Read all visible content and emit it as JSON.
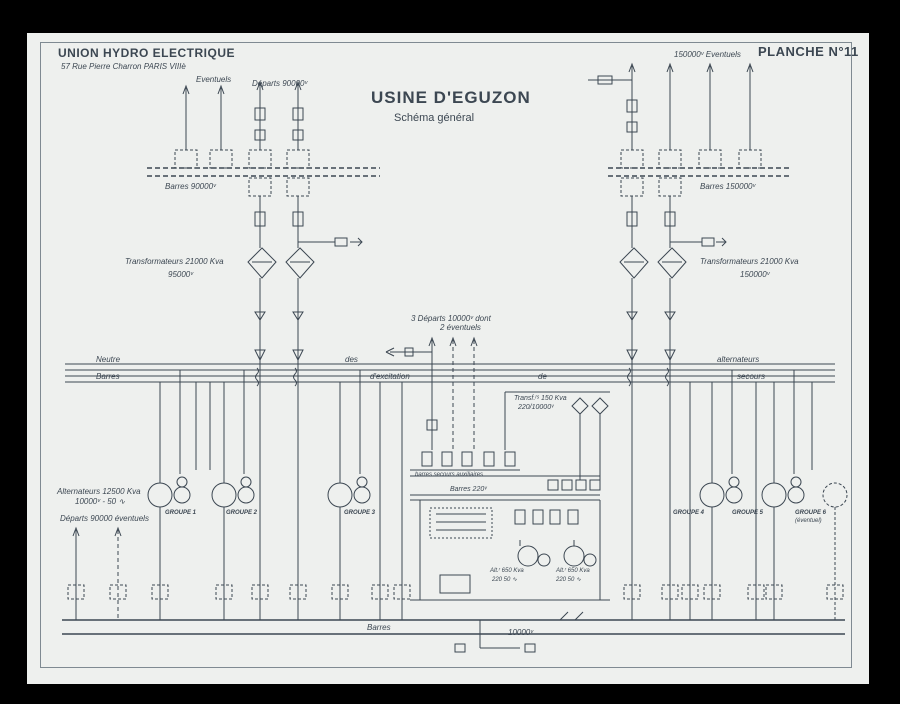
{
  "header": {
    "company": "UNION HYDRO ELECTRIQUE",
    "address": "57 Rue Pierre Charron PARIS VIIIè",
    "plate": "PLANCHE N°11",
    "title": "USINE D'EGUZON",
    "subtitle": "Schéma général"
  },
  "labels": {
    "eventuels_left": "Eventuels",
    "departs_90000": "Départs 90000ᵛ",
    "eventuels_150000": "150000ᵛ Eventuels",
    "barres_90000": "Barres 90000ᵛ",
    "barres_150000": "Barres 150000ᵛ",
    "transfo_left_1": "Transformateurs 21000 Kva",
    "transfo_left_2": "95000ᵛ",
    "transfo_right_1": "Transformateurs 21000 Kva",
    "transfo_right_2": "150000ᵛ",
    "departs_10000_1": "3 Départs 10000ᵛ dont",
    "departs_10000_2": "2 éventuels",
    "neutre": "Neutre",
    "des": "des",
    "alternateurs": "alternateurs",
    "barres_row": "Barres",
    "excitation": "d'excitation",
    "de": "de",
    "secours": "secours",
    "transf_150_1": "Transf.ʳˢ 150 Kva",
    "transf_150_2": "220/10000ᵛ",
    "barres_aux": "barres   secours   auxiliaires",
    "barres_220": "Barres 220ᵛ",
    "alternateurs_12500_1": "Alternateurs 12500 Kva",
    "alternateurs_12500_2": "10000ᵛ - 50 ∿",
    "departs_90000_eventuels": "Départs 90000 éventuels",
    "groupe_1": "GROUPE 1",
    "groupe_2": "GROUPE 2",
    "groupe_3": "GROUPE 3",
    "groupe_4": "GROUPE 4",
    "groupe_5": "GROUPE 5",
    "groupe_6_1": "GROUPE 6",
    "groupe_6_2": "(éventuel)",
    "alt_left_1": "Alt.ʳ 650 Kva",
    "alt_left_2": "220 50 ∿",
    "alt_right_1": "Alt.ʳ 650 Kva",
    "alt_right_2": "220 50 ∿",
    "barres_bottom": "Barres",
    "kv_10000": "10000ᵛ"
  },
  "colors": {
    "ink": "#3c4752",
    "paper": "#eef0ee",
    "background": "#000000"
  }
}
